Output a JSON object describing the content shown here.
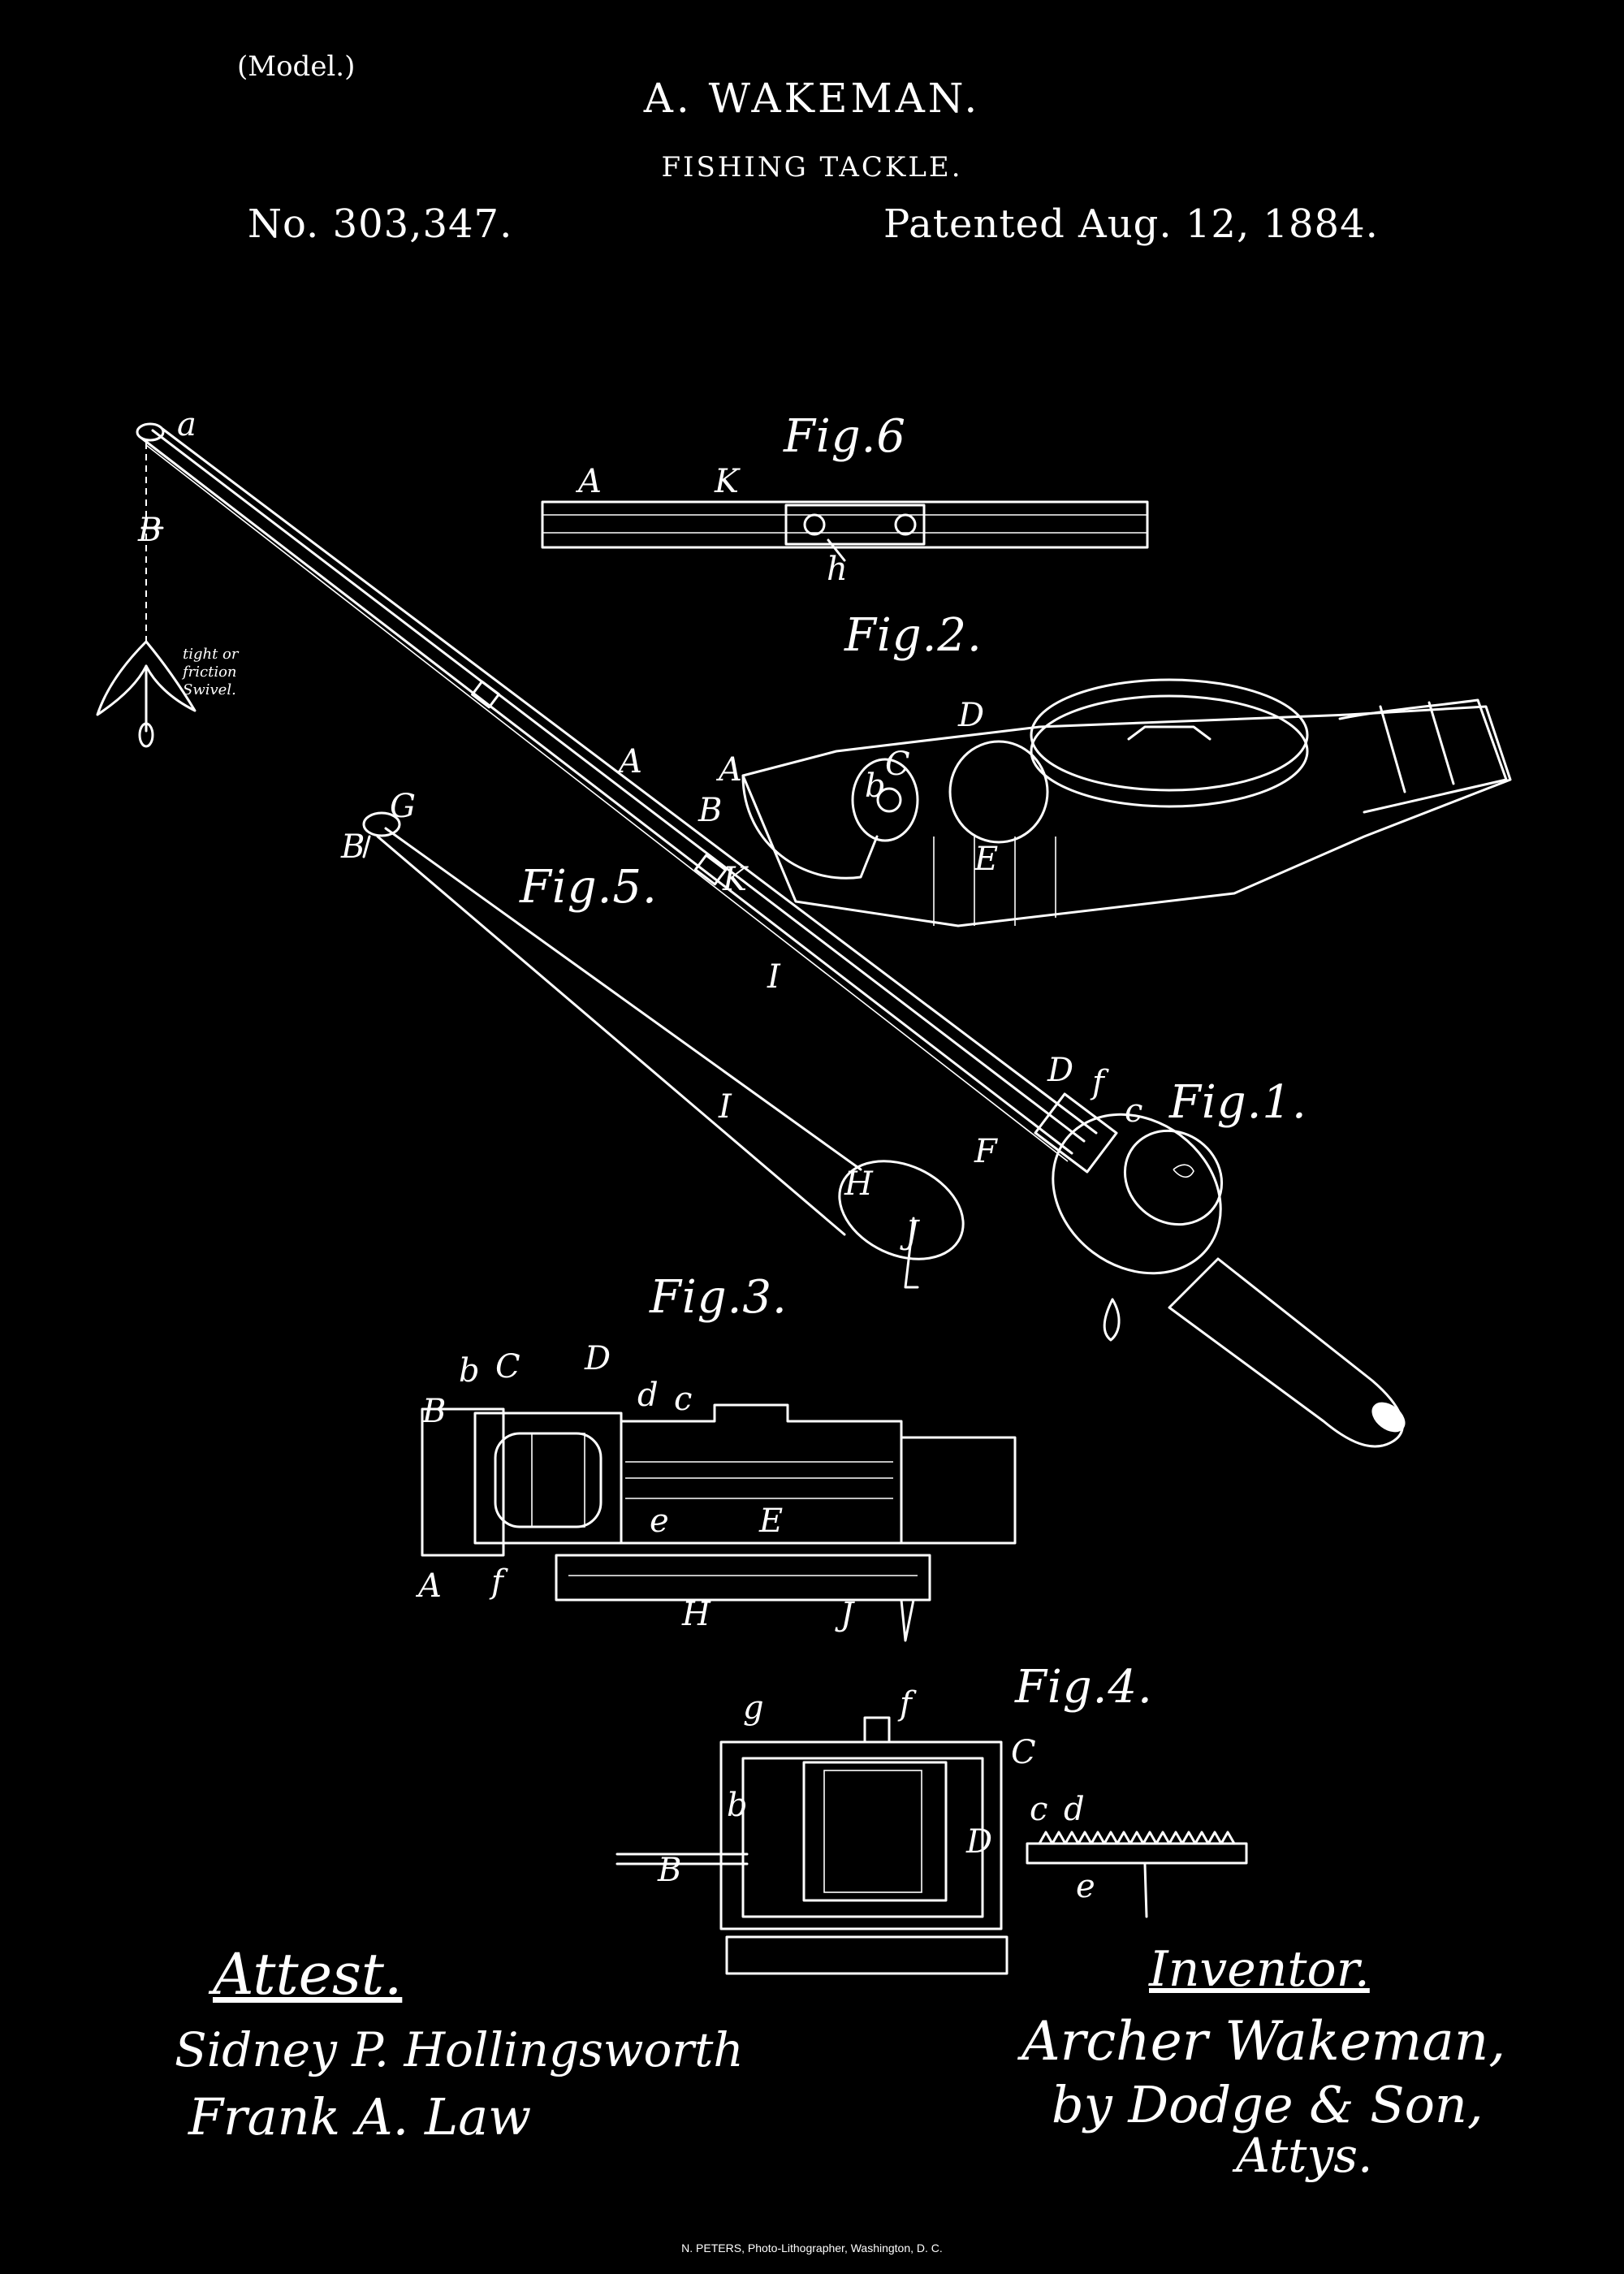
{
  "header": {
    "model": "(Model.)",
    "inventor": "A. WAKEMAN.",
    "title": "FISHING TACKLE.",
    "patent_number": "No. 303,347.",
    "patented": "Patented Aug. 12, 1884."
  },
  "figures": {
    "fig1": "Fig.1.",
    "fig2": "Fig.2.",
    "fig3": "Fig.3.",
    "fig4": "Fig.4.",
    "fig5": "Fig.5.",
    "fig6": "Fig.6"
  },
  "note": [
    "tight or",
    "friction",
    "Swivel."
  ],
  "letters": {
    "a": "a",
    "A": "A",
    "B": "B",
    "b": "b",
    "C": "C",
    "c": "c",
    "D": "D",
    "d": "d",
    "E": "E",
    "e": "e",
    "F": "F",
    "f": "f",
    "G": "G",
    "g": "g",
    "H": "H",
    "h": "h",
    "I": "I",
    "J": "J",
    "K": "K"
  },
  "signatures": {
    "attest": "Attest.",
    "witness1": "Sidney P. Hollingsworth",
    "witness2": "Frank A. Law",
    "inventor_label": "Inventor.",
    "inventor": "Archer Wakeman,",
    "attorney": "by Dodge & Son,",
    "attys": "Attys."
  },
  "footer": "N. PETERS, Photo-Lithographer, Washington, D. C."
}
